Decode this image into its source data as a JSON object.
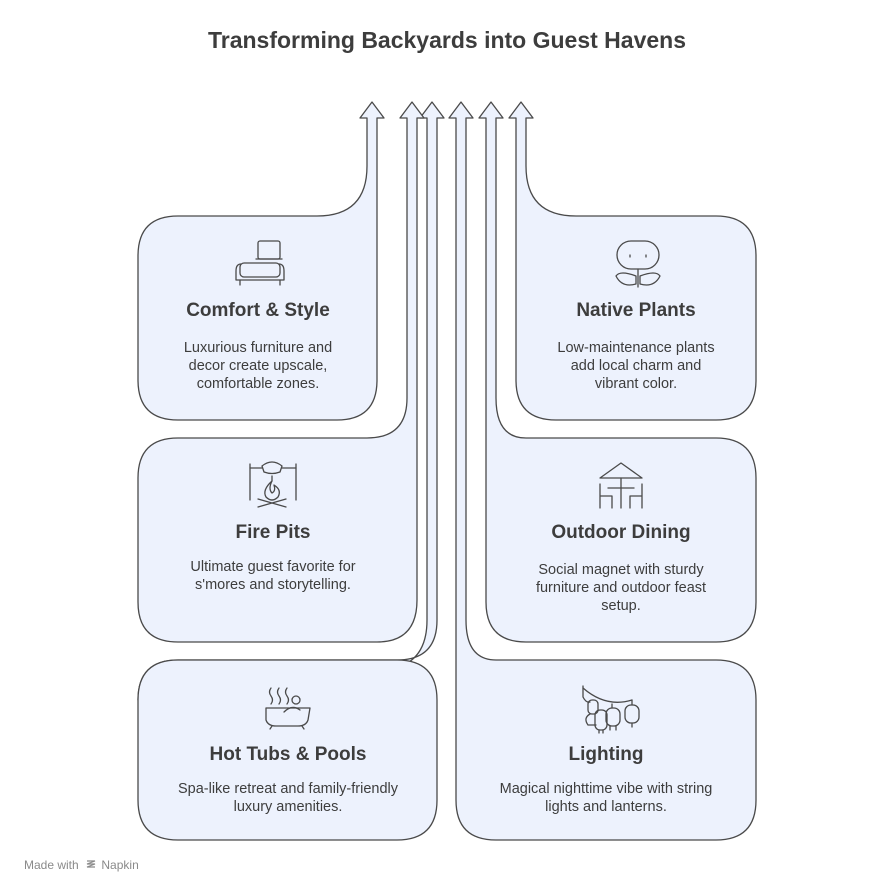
{
  "title": "Transforming Backyards into Guest Havens",
  "cards": {
    "comfort": {
      "icon": "sofa-armchair-icon",
      "title": "Comfort & Style",
      "desc": [
        "Luxurious furniture and",
        "decor create upscale,",
        "comfortable zones."
      ]
    },
    "plants": {
      "icon": "potted-plant-icon",
      "title": "Native Plants",
      "desc": [
        "Low-maintenance plants",
        "add local charm and",
        "vibrant color."
      ]
    },
    "firepits": {
      "icon": "campfire-icon",
      "title": "Fire Pits",
      "desc": [
        "Ultimate guest favorite for",
        "s'mores and storytelling."
      ]
    },
    "dining": {
      "icon": "patio-umbrella-table-icon",
      "title": "Outdoor Dining",
      "desc": [
        "Social magnet with sturdy",
        "furniture and outdoor feast",
        "setup."
      ]
    },
    "hottubs": {
      "icon": "hot-tub-icon",
      "title": "Hot Tubs & Pools",
      "desc": [
        "Spa-like retreat and family-friendly",
        "luxury amenities."
      ]
    },
    "lighting": {
      "icon": "string-lanterns-icon",
      "title": "Lighting",
      "desc": [
        "Magical nighttime vibe with string",
        "lights and lanterns."
      ]
    }
  },
  "footer": {
    "made_with": "Made with",
    "brand": "Napkin"
  },
  "colors": {
    "card_fill": "#edf2fd",
    "stroke": "#4a4a4a",
    "text": "#3d3d3d"
  }
}
